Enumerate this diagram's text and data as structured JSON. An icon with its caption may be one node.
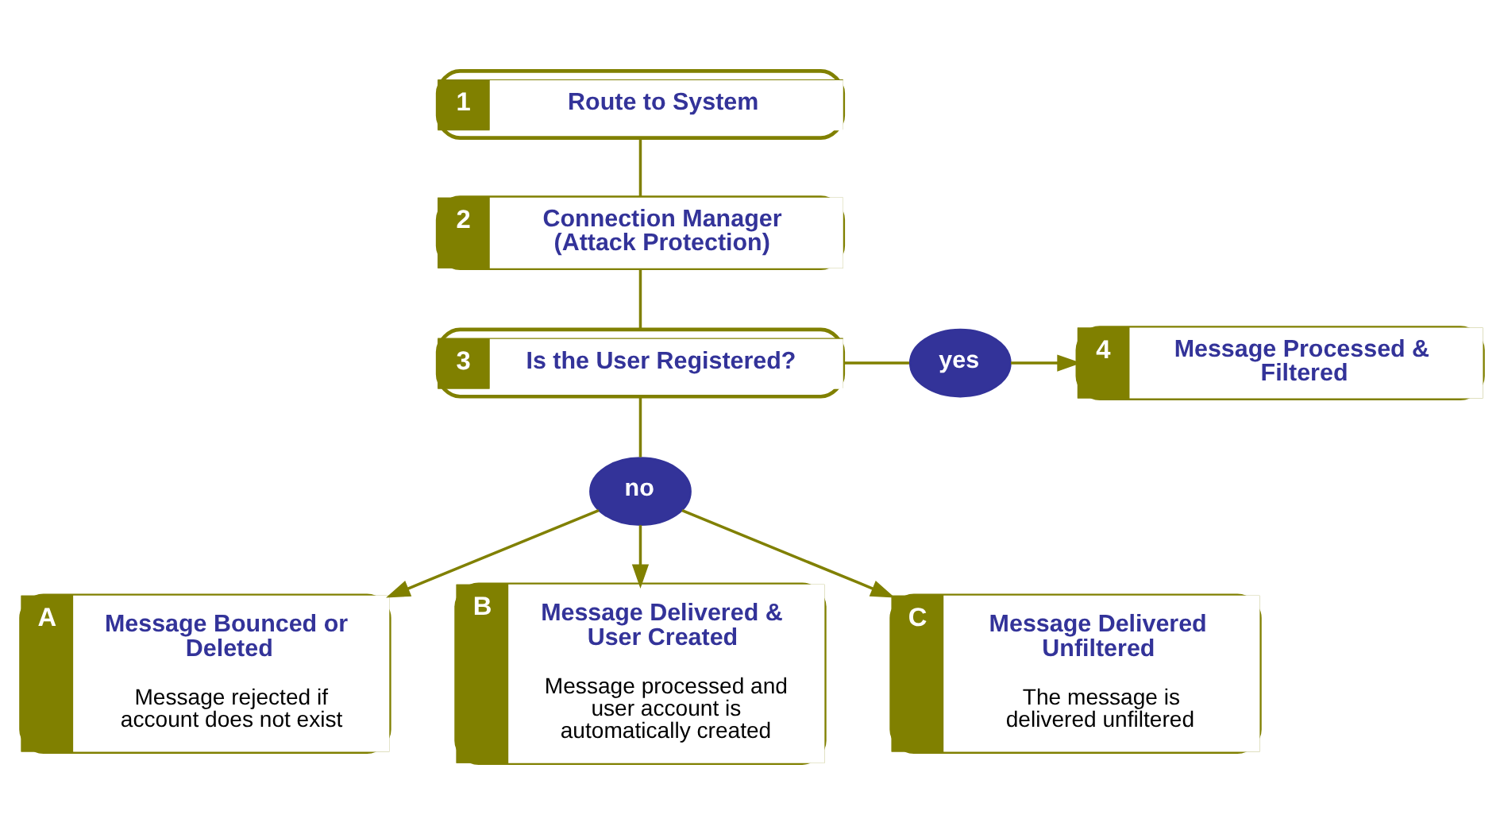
{
  "diagram": {
    "nodes": [
      {
        "text": [
          "1",
          "Route to System"
        ]
      },
      {
        "text": [
          "2",
          "Connection Manager (Attack Protection)"
        ]
      },
      {
        "text": [
          "3",
          "Is the User Registered?"
        ]
      },
      {
        "text": [
          "yes"
        ]
      },
      {
        "text": [
          "4",
          "Message Processed & Filtered"
        ]
      },
      {
        "text": [
          "no"
        ]
      },
      {
        "text": [
          "A",
          "Message Bounced or Deleted",
          "Message rejected if account does not exist"
        ]
      },
      {
        "text": [
          "B",
          "Message Delivered & User Created",
          "Message processed and user account is automatically created"
        ]
      },
      {
        "text": [
          "C",
          "Message Delivered Unfiltered",
          "The message is delivered unfiltered"
        ]
      }
    ],
    "edges": [
      {
        "from": 0,
        "to": 1,
        "arrow": "none"
      },
      {
        "from": 1,
        "to": 2,
        "arrow": "none"
      },
      {
        "from": 2,
        "to": 3,
        "arrow": "none"
      },
      {
        "from": 3,
        "to": 4,
        "arrow": "to"
      },
      {
        "from": 2,
        "to": 5,
        "arrow": "none"
      },
      {
        "from": 5,
        "to": 6,
        "arrow": "to"
      },
      {
        "from": 5,
        "to": 7,
        "arrow": "to"
      },
      {
        "from": 5,
        "to": 8,
        "arrow": "to"
      }
    ]
  }
}
